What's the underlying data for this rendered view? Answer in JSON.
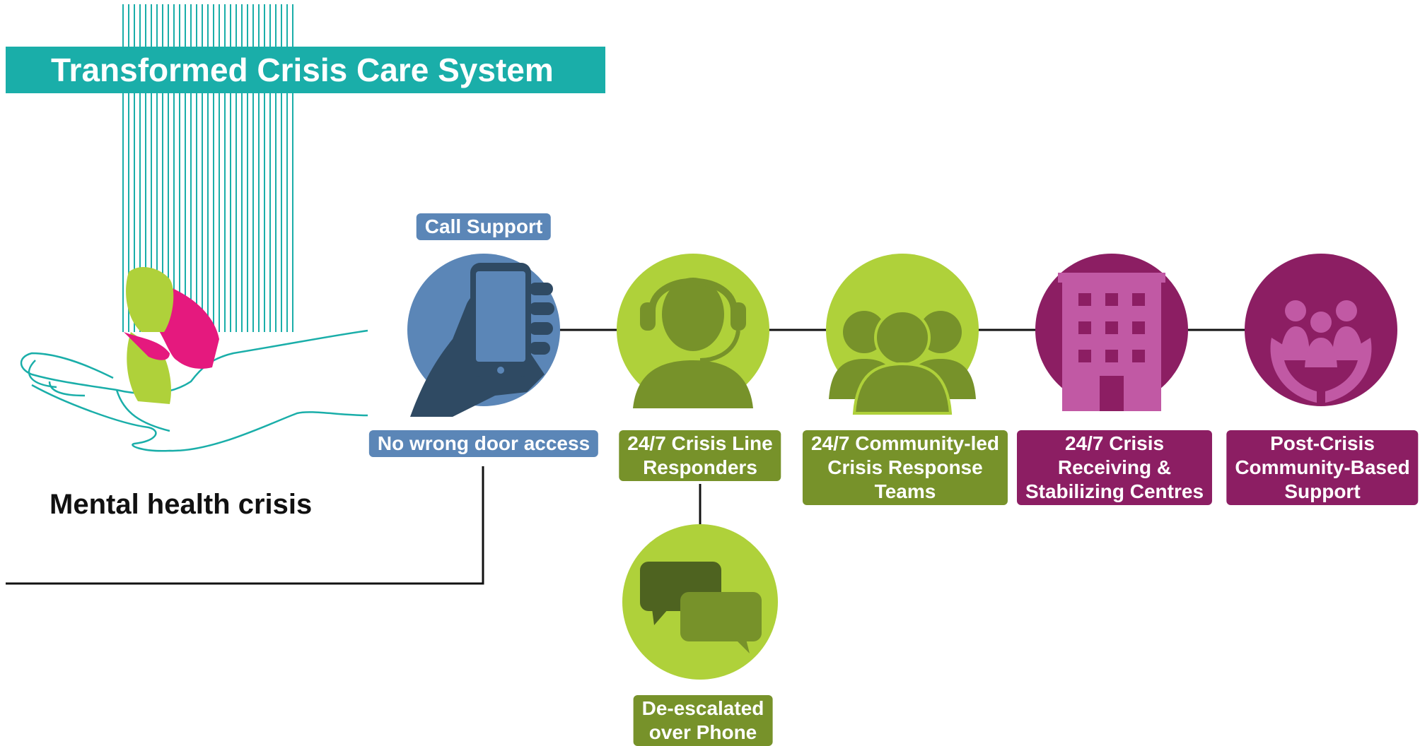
{
  "title": "Transformed Crisis Care System",
  "person_label": "Mental health crisis",
  "call_support": {
    "top_label": "Call Support",
    "bottom_label": "No wrong door access"
  },
  "steps": [
    {
      "label": "24/7 Crisis Line\nResponders",
      "icon": "headset-person-icon"
    },
    {
      "label": "24/7 Community-led\nCrisis Response\nTeams",
      "icon": "group-icon"
    },
    {
      "label": "24/7 Crisis\nReceiving &\nStabilizing Centres",
      "icon": "building-icon"
    },
    {
      "label": "Post-Crisis\nCommunity-Based\nSupport",
      "icon": "hands-family-icon"
    }
  ],
  "phone_outcome": {
    "label": "De-escalated\nover Phone",
    "icon": "speech-bubbles-icon"
  },
  "colors": {
    "teal": "#1aaea9",
    "blue": "#5b86b7",
    "dark_blue": "#2f4a63",
    "lime": "#afd13a",
    "olive": "#77922a",
    "purple": "#8c1e63",
    "pink": "#c159a4",
    "magenta": "#e5197e"
  }
}
